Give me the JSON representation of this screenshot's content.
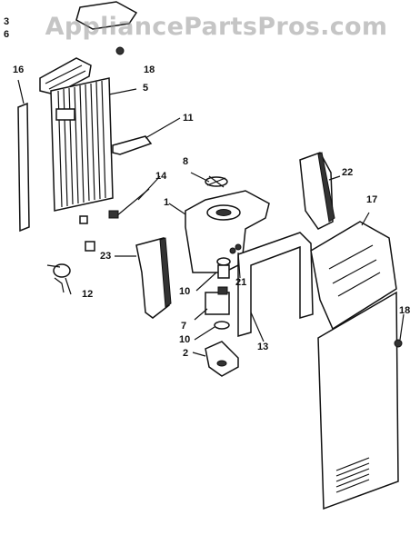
{
  "watermark": "AppliancePartsPros.com",
  "callouts": [
    "3",
    "6",
    "16",
    "18",
    "5",
    "11",
    "8",
    "14",
    "22",
    "17",
    "1",
    "23",
    "21",
    "10",
    "12",
    "13",
    "7",
    "10",
    "2",
    "18"
  ]
}
